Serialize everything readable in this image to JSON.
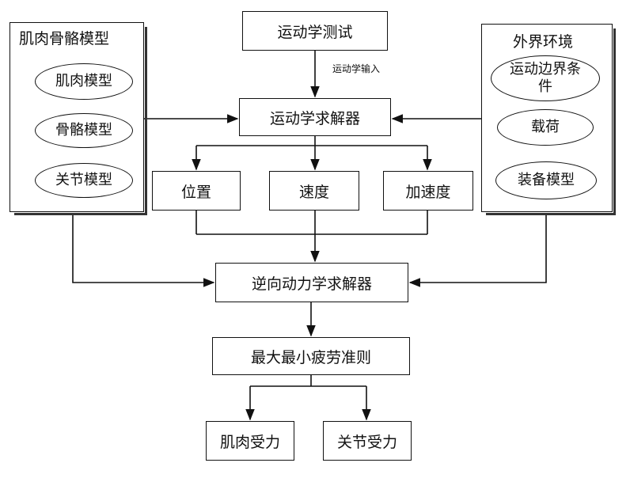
{
  "nodes": {
    "kinematic_test": "运动学测试",
    "kinematic_solver": "运动学求解器",
    "position": "位置",
    "velocity": "速度",
    "acceleration": "加速度",
    "inverse_dynamics_solver": "逆向动力学求解器",
    "criterion": "最大最小疲劳准则",
    "muscle_force": "肌肉受力",
    "joint_force": "关节受力"
  },
  "edge_labels": {
    "kinematic_input": "运动学输入"
  },
  "left_panel": {
    "title": "肌肉骨骼模型",
    "items": [
      "肌肉模型",
      "骨骼模型",
      "关节模型"
    ]
  },
  "right_panel": {
    "title": "外界环境",
    "items": [
      "运动边界条件",
      "载荷",
      "装备模型"
    ]
  }
}
